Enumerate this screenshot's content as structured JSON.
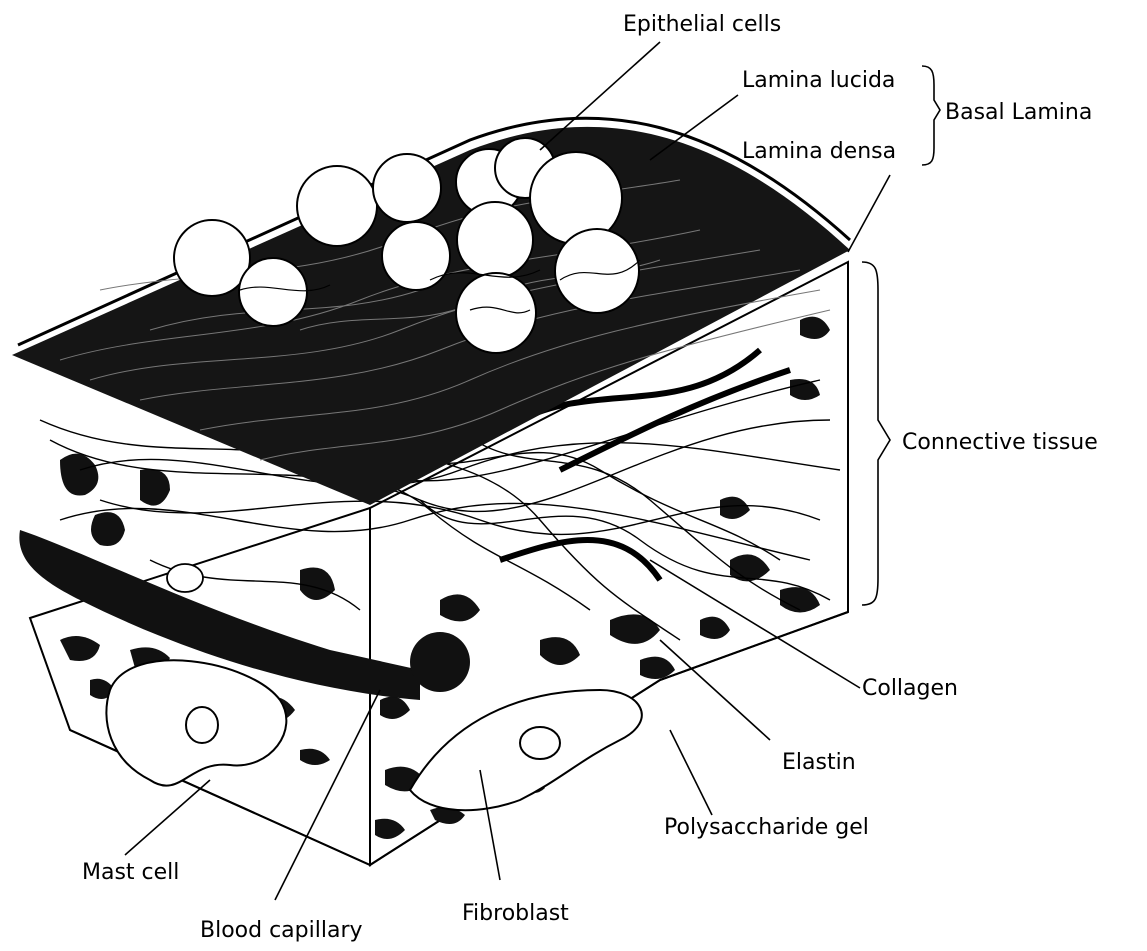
{
  "labels": {
    "epithelial_cells": "Epithelial cells",
    "lamina_lucida": "Lamina lucida",
    "lamina_densa": "Lamina densa",
    "basal_lamina": "Basal Lamina",
    "connective_tissue": "Connective tissue",
    "collagen": "Collagen",
    "elastin": "Elastin",
    "polysaccharide_gel": "Polysaccharide gel",
    "mast_cell": "Mast cell",
    "blood_capillary": "Blood capillary",
    "fibroblast": "Fibroblast"
  },
  "colors": {
    "ink": "#000000",
    "paper": "#ffffff",
    "lamina": "#151515"
  }
}
